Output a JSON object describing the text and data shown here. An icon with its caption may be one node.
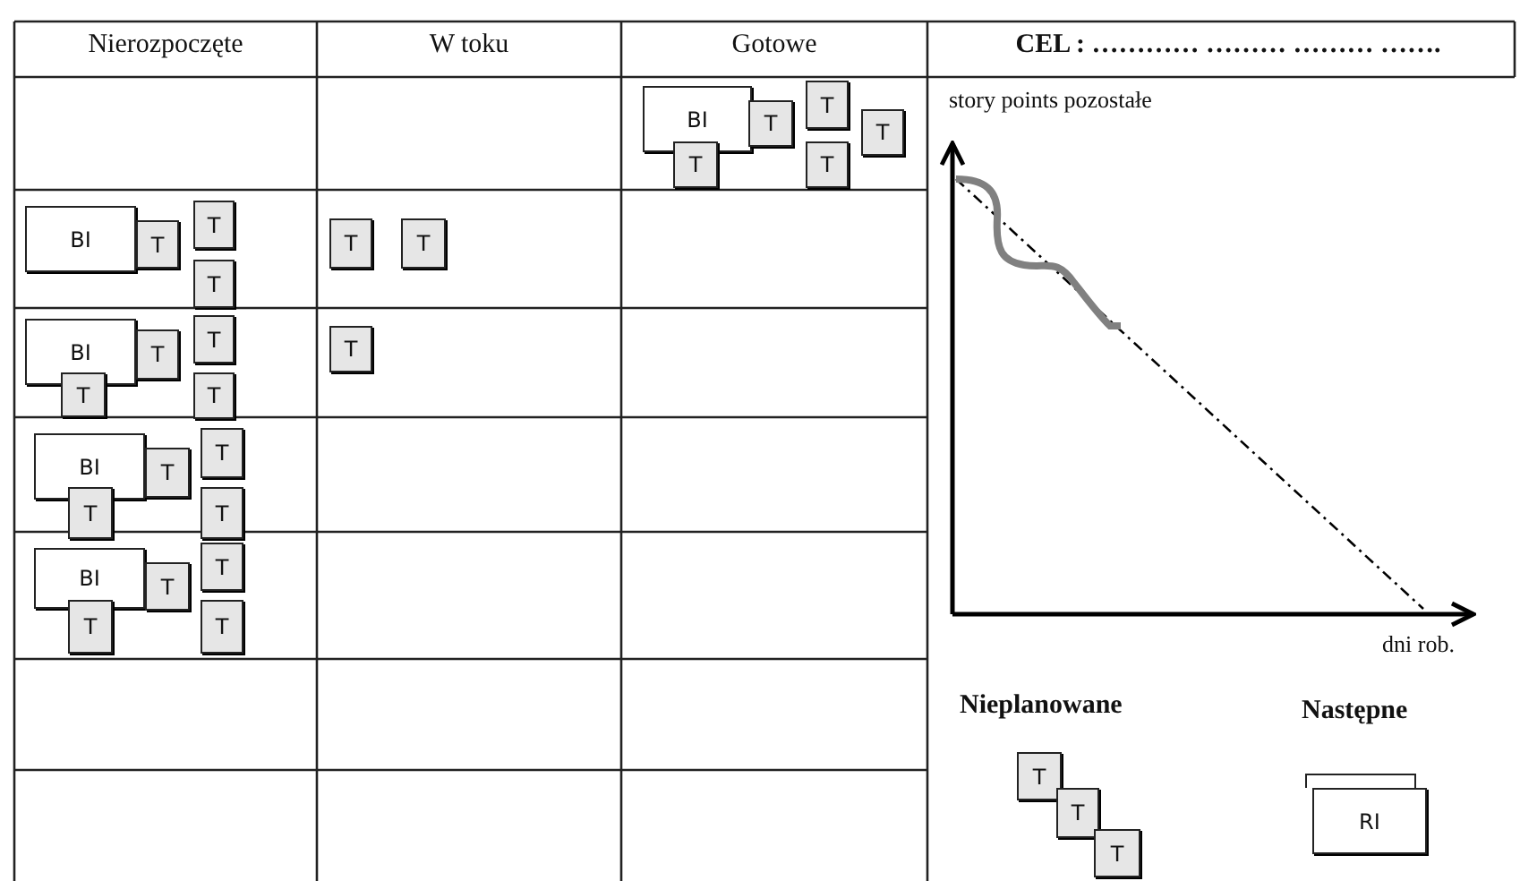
{
  "diagram": {
    "nodes": [
      {
        "text": [
          "BI"
        ]
      },
      {
        "text": [
          "T"
        ]
      },
      {
        "text": [
          "T"
        ]
      },
      {
        "text": [
          "T"
        ]
      },
      {
        "text": [
          "T"
        ]
      },
      {
        "text": [
          "T"
        ]
      },
      {
        "text": [
          "BI"
        ]
      },
      {
        "text": [
          "T"
        ]
      },
      {
        "text": [
          "T"
        ]
      },
      {
        "text": [
          "T"
        ]
      },
      {
        "text": [
          "T"
        ]
      },
      {
        "text": [
          "T"
        ]
      },
      {
        "text": [
          "BI"
        ]
      },
      {
        "text": [
          "T"
        ]
      },
      {
        "text": [
          "T"
        ]
      },
      {
        "text": [
          "T"
        ]
      },
      {
        "text": [
          "T"
        ]
      },
      {
        "text": [
          "T"
        ]
      },
      {
        "text": [
          "BI"
        ]
      },
      {
        "text": [
          "T"
        ]
      },
      {
        "text": [
          "T"
        ]
      },
      {
        "text": [
          "T"
        ]
      },
      {
        "text": [
          "T"
        ]
      },
      {
        "text": [
          "BI"
        ]
      },
      {
        "text": [
          "T"
        ]
      },
      {
        "text": [
          "T"
        ]
      },
      {
        "text": [
          "T"
        ]
      },
      {
        "text": [
          "T"
        ]
      },
      {
        "text": [
          "T"
        ]
      },
      {
        "text": [
          "T"
        ]
      },
      {
        "text": [
          "T"
        ]
      },
      {
        "text": [],
        "shape": "box"
      },
      {
        "text": [
          "RI"
        ]
      }
    ],
    "edges": [],
    "labels": [
      "Nierozpoczęte",
      "W toku",
      "Gotowe",
      "CEL : ………… ……… ……… …….",
      "story points pozostałe",
      "dni rob.",
      "Nieplanowane",
      "Następne"
    ]
  }
}
